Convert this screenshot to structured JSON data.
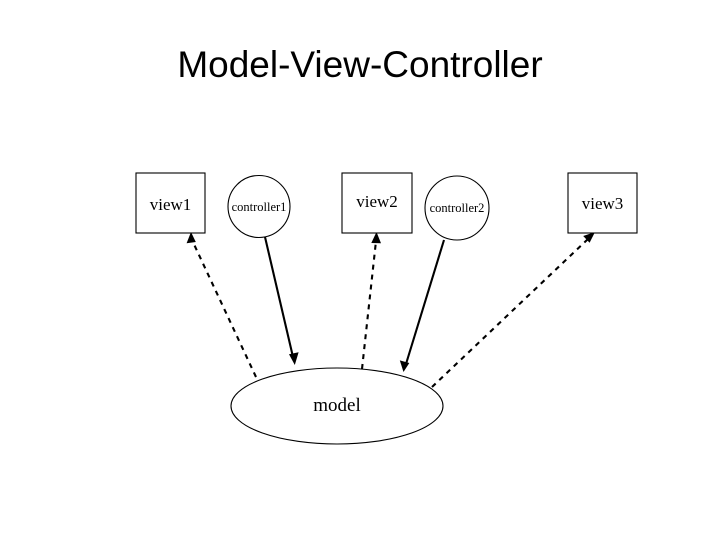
{
  "slide": {
    "title": "Model-View-Controller",
    "background_color": "#ffffff",
    "line_color": "#000000"
  },
  "nodes": {
    "view1": {
      "label": "view1",
      "shape": "rectangle"
    },
    "view2": {
      "label": "view2",
      "shape": "rectangle"
    },
    "view3": {
      "label": "view3",
      "shape": "rectangle"
    },
    "controller1": {
      "label": "controller1",
      "shape": "circle"
    },
    "controller2": {
      "label": "controller2",
      "shape": "circle"
    },
    "model": {
      "label": "model",
      "shape": "ellipse"
    }
  },
  "edges": [
    {
      "name": "model-to-view1",
      "from": "model",
      "to": "view1",
      "style": "dashed",
      "arrow": "to"
    },
    {
      "name": "model-to-view2",
      "from": "model",
      "to": "view2",
      "style": "dashed",
      "arrow": "to"
    },
    {
      "name": "model-to-view3",
      "from": "model",
      "to": "view3",
      "style": "dashed",
      "arrow": "to"
    },
    {
      "name": "controller1-to-model",
      "from": "controller1",
      "to": "model",
      "style": "solid",
      "arrow": "to"
    },
    {
      "name": "controller2-to-model",
      "from": "controller2",
      "to": "model",
      "style": "solid",
      "arrow": "to"
    }
  ]
}
